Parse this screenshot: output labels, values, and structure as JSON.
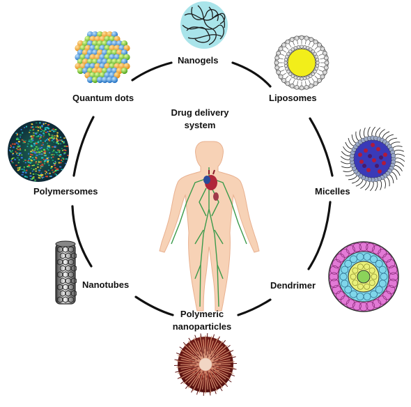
{
  "center": {
    "title_line1": "Drug delivery",
    "title_line2": "system"
  },
  "systems": {
    "nanogels": "Nanogels",
    "liposomes": "Liposomes",
    "micelles": "Micelles",
    "dendrimer": "Dendrimer",
    "polymeric_line1": "Polymeric",
    "polymeric_line2": "nanoparticles",
    "nanotubes": "Nanotubes",
    "polymersomes": "Polymersomes",
    "quantum_dots": "Quantum dots"
  },
  "colors": {
    "ring": "#111111",
    "body_fill": "#f7d2b6",
    "vessels": "#3a9a4a",
    "heart": "#b0263a",
    "liposome_core": "#f2ee1a",
    "dendrimer_outer": "#e27ad6",
    "dendrimer_inner": "#7fd6ea",
    "micelle_core": "#3a3ab8",
    "nanogel_bg": "#a9e4ea",
    "polymeric_core": "#7a1a1a"
  }
}
